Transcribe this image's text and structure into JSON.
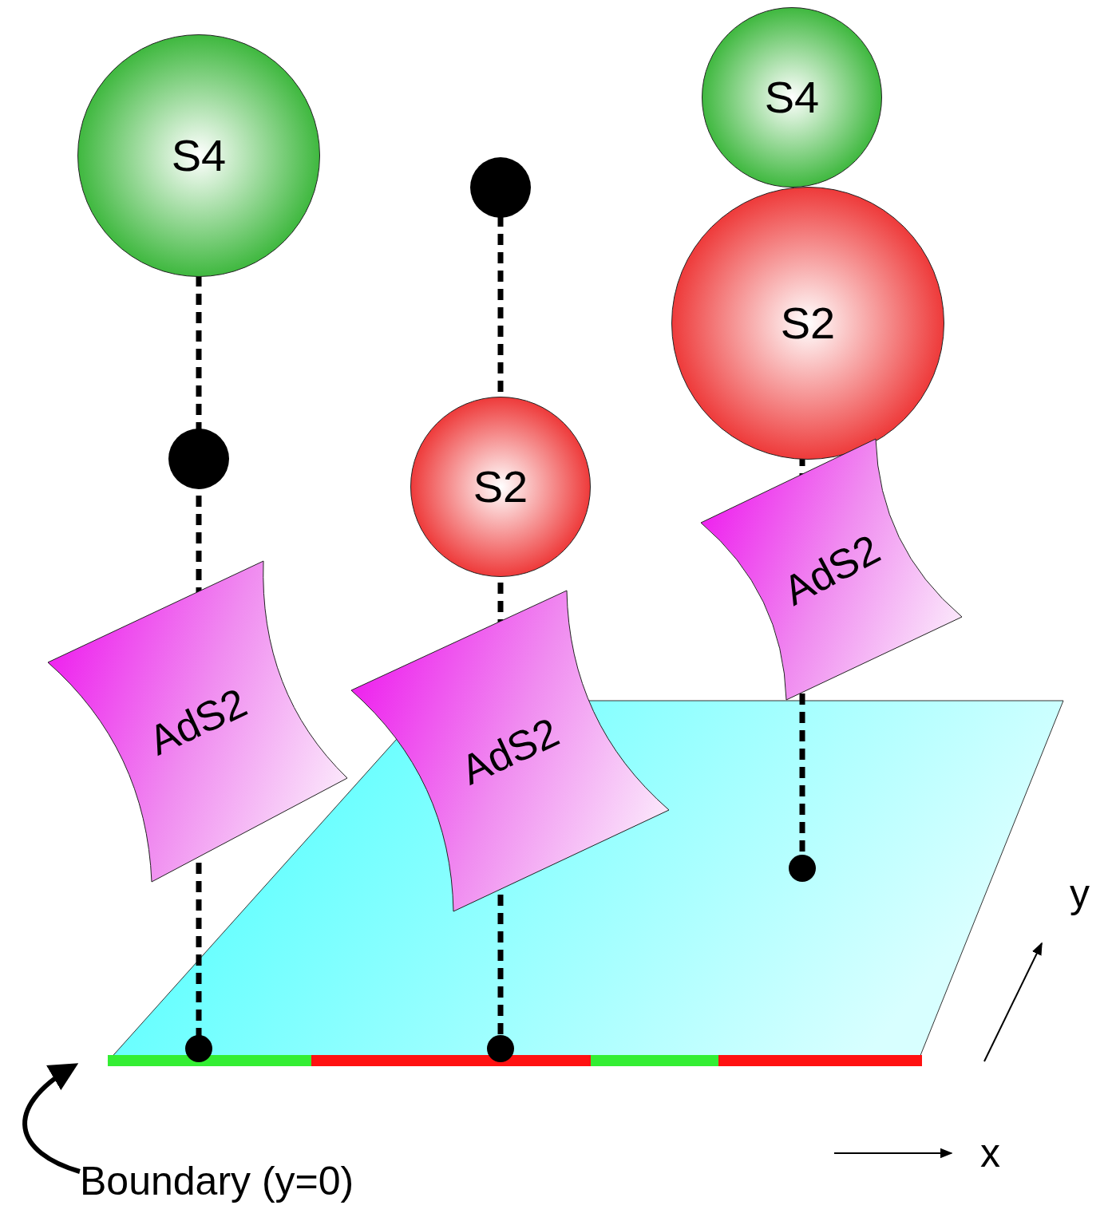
{
  "diagram": {
    "nodes": [
      {
        "text": [
          "S4"
        ]
      },
      {
        "text": [
          "AdS2"
        ]
      },
      {
        "text": [
          "S2"
        ]
      },
      {
        "text": [
          "AdS2"
        ]
      },
      {
        "text": [
          "S4"
        ]
      },
      {
        "text": [
          "S2"
        ]
      },
      {
        "text": [
          "AdS2"
        ]
      }
    ],
    "labels": [
      "Boundary (y=0)",
      "y",
      "x"
    ]
  }
}
